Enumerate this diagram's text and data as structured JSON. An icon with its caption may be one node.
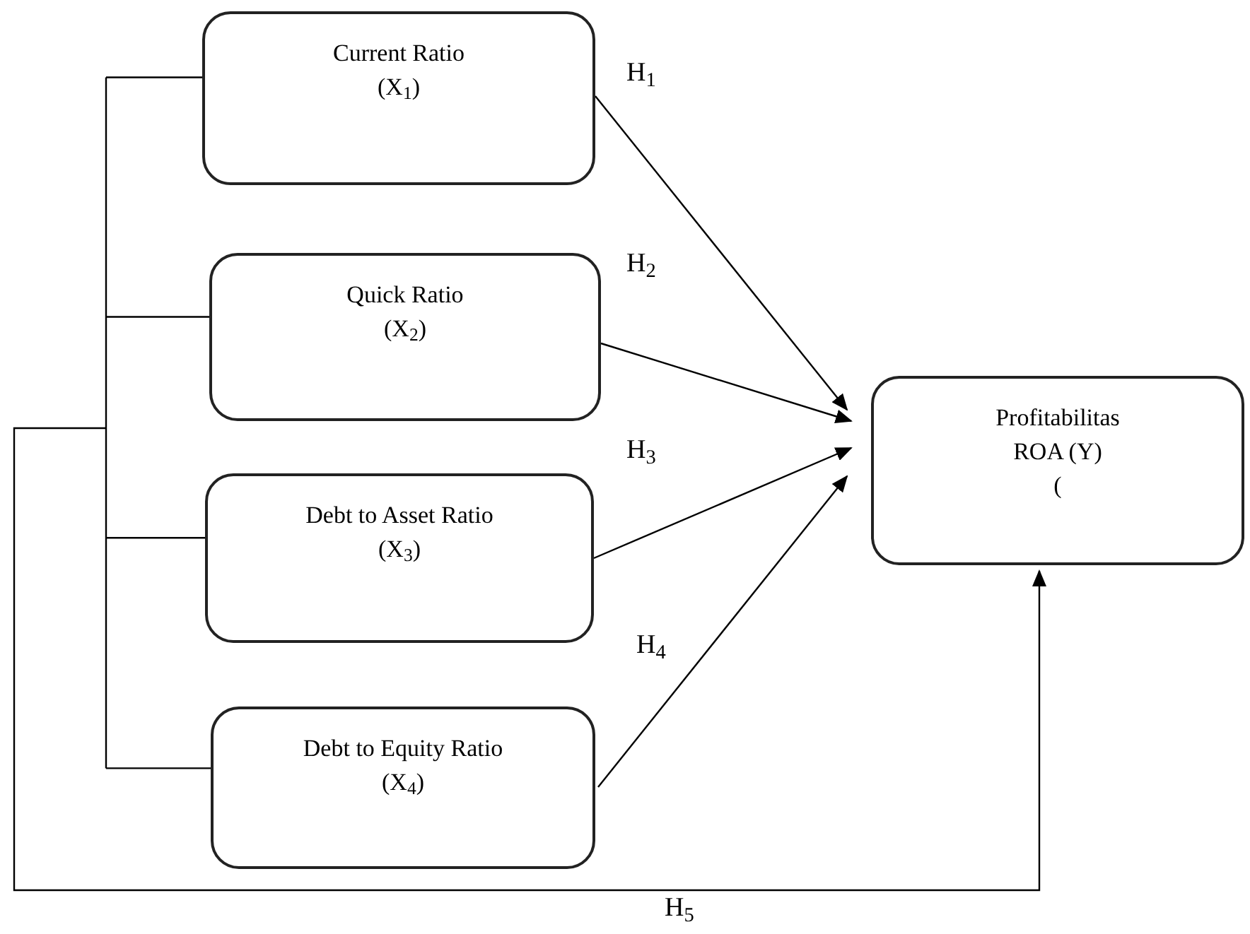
{
  "diagram": {
    "nodes": [
      {
        "text": [
          "Current Ratio",
          "(X$_{1}$)"
        ]
      },
      {
        "text": [
          "Quick Ratio",
          "(X$_{2}$)"
        ]
      },
      {
        "text": [
          "Debt to Asset Ratio",
          "(X$_{3}$)"
        ]
      },
      {
        "text": [
          "Debt to Equity Ratio",
          "(X$_{4}$)"
        ]
      },
      {
        "text": [
          "Profitabilitas",
          "ROA (Y)",
          "("
        ]
      }
    ],
    "edges": [
      {
        "from": 0,
        "to": 4,
        "arrow": "to",
        "label": "H$_{1}$"
      },
      {
        "from": 1,
        "to": 4,
        "arrow": "to",
        "label": "H$_{2}$"
      },
      {
        "from": 2,
        "to": 4,
        "arrow": "to",
        "label": "H$_{3}$"
      },
      {
        "from": 3,
        "to": 4,
        "arrow": "to",
        "label": "H$_{4}$"
      },
      {
        "from": 0,
        "to": 4,
        "arrow": "to",
        "label": "H$_{5}$"
      },
      {
        "from": 1,
        "to": 4,
        "arrow": "to"
      },
      {
        "from": 2,
        "to": 4,
        "arrow": "to"
      },
      {
        "from": 3,
        "to": 4,
        "arrow": "to"
      }
    ]
  }
}
